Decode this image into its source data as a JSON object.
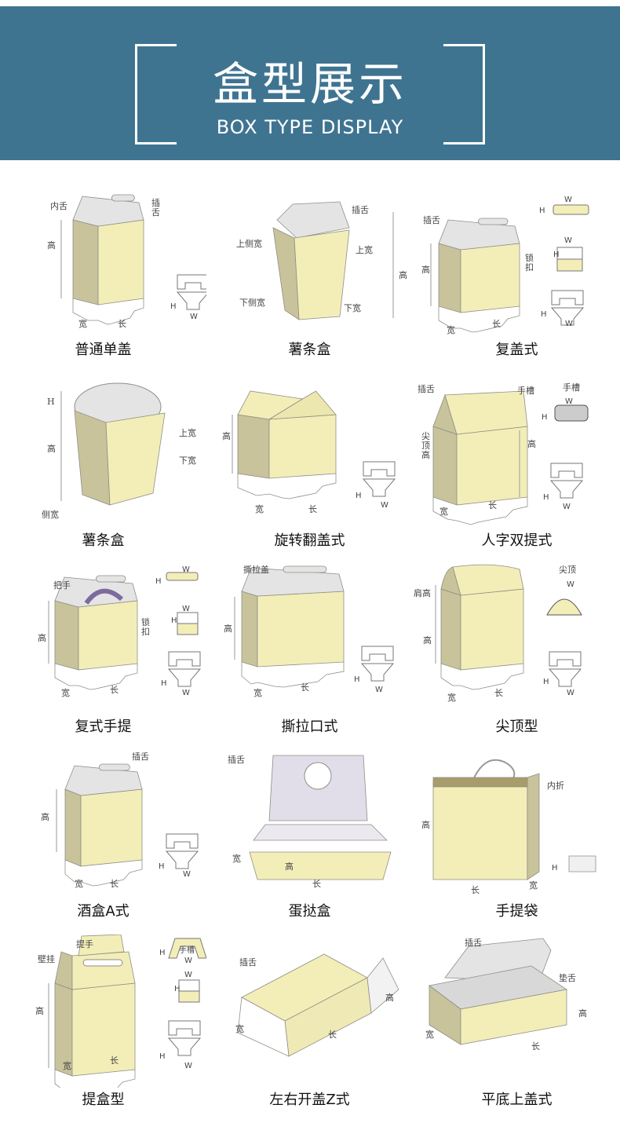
{
  "header": {
    "title": "盒型展示",
    "subtitle": "BOX TYPE DISPLAY",
    "background": "#3f7491"
  },
  "colors": {
    "front": "#f3eeb8",
    "side": "#c8c39b",
    "lid": "#e4e4e4",
    "line": "#8e8e86"
  },
  "cells": [
    {
      "title": "普通单盖",
      "notes": [
        "内舌",
        "插舌",
        "高",
        "宽",
        "长",
        "H",
        "W"
      ]
    },
    {
      "title": "薯条盒",
      "notes": [
        "插舌",
        "上侧宽",
        "上宽",
        "高",
        "下侧宽",
        "下宽"
      ]
    },
    {
      "title": "复盖式",
      "notes": [
        "插舌",
        "高",
        "锁扣",
        "宽",
        "长",
        "W",
        "H",
        "W",
        "H",
        "H",
        "W"
      ]
    },
    {
      "title": "薯条盒",
      "notes": [
        "H",
        "高",
        "上宽",
        "下宽",
        "侧宽"
      ]
    },
    {
      "title": "旋转翻盖式",
      "notes": [
        "高",
        "宽",
        "长",
        "H",
        "W"
      ]
    },
    {
      "title": "人字双提式",
      "notes": [
        "插舌",
        "手槽",
        "尖顶高",
        "高",
        "宽",
        "长",
        "手槽",
        "W",
        "H",
        "H",
        "W"
      ]
    },
    {
      "title": "复式手提",
      "notes": [
        "把手",
        "高",
        "锁扣",
        "宽",
        "长",
        "W",
        "H",
        "W",
        "H",
        "H",
        "W"
      ]
    },
    {
      "title": "撕拉口式",
      "notes": [
        "撕拉盖",
        "高",
        "宽",
        "长",
        "H",
        "W"
      ]
    },
    {
      "title": "尖顶型",
      "notes": [
        "肩高",
        "高",
        "宽",
        "长",
        "尖顶",
        "W",
        "H",
        "W"
      ]
    },
    {
      "title": "酒盒A式",
      "notes": [
        "插舌",
        "高",
        "宽",
        "长",
        "H",
        "W"
      ]
    },
    {
      "title": "蛋挞盒",
      "notes": [
        "插舌",
        "宽",
        "高",
        "长"
      ]
    },
    {
      "title": "手提袋",
      "notes": [
        "内折",
        "高",
        "长",
        "宽",
        "H"
      ]
    },
    {
      "title": "提盒型",
      "notes": [
        "提手",
        "壁挂",
        "高",
        "宽",
        "长",
        "手槽",
        "H",
        "W",
        "W",
        "H",
        "H",
        "W"
      ]
    },
    {
      "title": "左右开盖Z式",
      "notes": [
        "插舌",
        "高",
        "宽",
        "长"
      ]
    },
    {
      "title": "平底上盖式",
      "notes": [
        "插舌",
        "垫舌",
        "高",
        "宽",
        "长"
      ]
    }
  ]
}
